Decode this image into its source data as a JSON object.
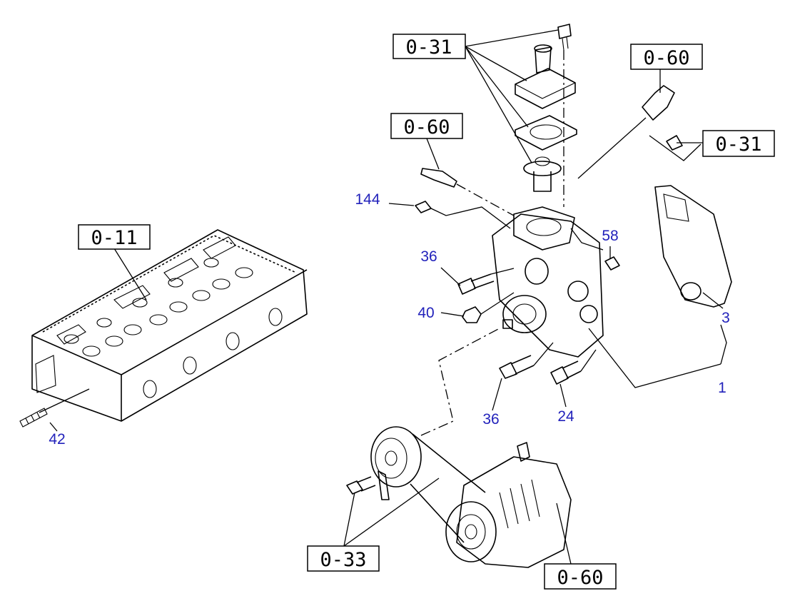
{
  "colors": {
    "line": "#000000",
    "part_number": "#2222bb",
    "background": "#ffffff"
  },
  "reference_boxes": [
    {
      "id": "ref-cylinder-head",
      "label": "0-11"
    },
    {
      "id": "ref-thermostat-housing",
      "label": "0-31"
    },
    {
      "id": "ref-sensor-top",
      "label": "0-60"
    },
    {
      "id": "ref-sensor-left",
      "label": "0-60"
    },
    {
      "id": "ref-plug-right",
      "label": "0-31"
    },
    {
      "id": "ref-pulley",
      "label": "0-33"
    },
    {
      "id": "ref-alternator",
      "label": "0-60"
    }
  ],
  "part_numbers": [
    {
      "id": "part-42",
      "label": "42"
    },
    {
      "id": "part-144",
      "label": "144"
    },
    {
      "id": "part-36-upper",
      "label": "36"
    },
    {
      "id": "part-40",
      "label": "40"
    },
    {
      "id": "part-58",
      "label": "58"
    },
    {
      "id": "part-3",
      "label": "3"
    },
    {
      "id": "part-1",
      "label": "1"
    },
    {
      "id": "part-36-lower",
      "label": "36"
    },
    {
      "id": "part-24",
      "label": "24"
    }
  ]
}
